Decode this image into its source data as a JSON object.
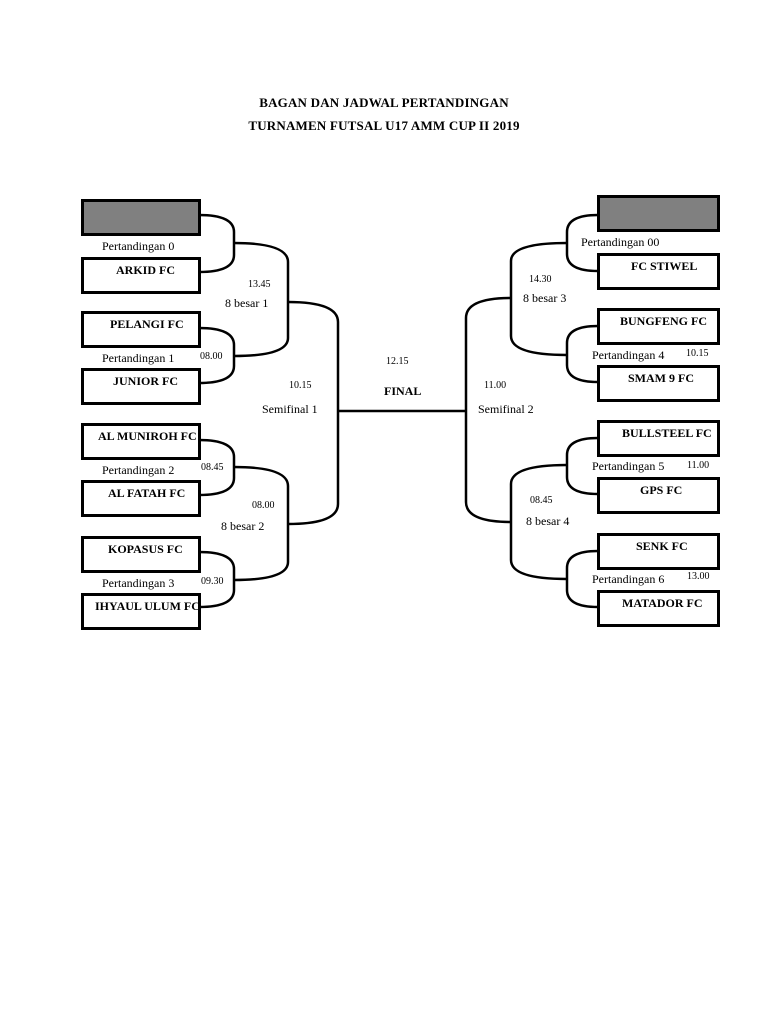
{
  "title": {
    "line1": "BAGAN DAN JADWAL PERTANDINGAN",
    "line2": "TURNAMEN FUTSAL U17 AMM CUP II 2019"
  },
  "left": {
    "teams": [
      "",
      "ARKID FC",
      "PELANGI FC",
      "JUNIOR FC",
      "AL MUNIROH FC",
      "AL FATAH FC",
      "KOPASUS FC",
      "IHYAUL ULUM FC"
    ],
    "matches": [
      {
        "label": "Pertandingan 0",
        "time": ""
      },
      {
        "label": "Pertandingan 1",
        "time": "08.00"
      },
      {
        "label": "Pertandingan 2",
        "time": "08.45"
      },
      {
        "label": "Pertandingan 3",
        "time": "09.30"
      }
    ],
    "quarters": [
      {
        "label": "8 besar 1",
        "time": "13.45"
      },
      {
        "label": "8 besar 2",
        "time": "08.00"
      }
    ],
    "semi": {
      "label": "Semifinal  1",
      "time": "10.15"
    }
  },
  "right": {
    "teams": [
      "",
      "FC STIWEL",
      "BUNGFENG FC",
      "SMAM 9 FC",
      "BULLSTEEL FC",
      "GPS FC",
      "SENK FC",
      "MATADOR FC"
    ],
    "matches": [
      {
        "label": "Pertandingan 00",
        "time": ""
      },
      {
        "label": "Pertandingan 4",
        "time": "10.15"
      },
      {
        "label": "Pertandingan 5",
        "time": "11.00"
      },
      {
        "label": "Pertandingan 6",
        "time": "13.00"
      }
    ],
    "quarters": [
      {
        "label": "8 besar 3",
        "time": "14.30"
      },
      {
        "label": "8 besar 4",
        "time": "08.45"
      }
    ],
    "semi": {
      "label": "Semifinal  2",
      "time": "11.00"
    }
  },
  "final": {
    "label": "FINAL",
    "time": "12.15"
  }
}
